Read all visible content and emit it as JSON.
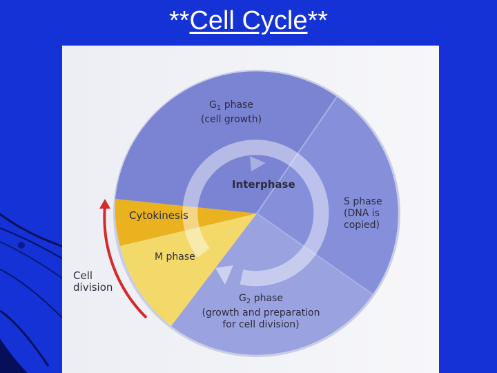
{
  "slide": {
    "title_prefix": "**",
    "title": "Cell Cycle",
    "title_suffix": "**"
  },
  "diagram": {
    "g1": {
      "name_main": "G",
      "name_sub": "1",
      "name_rest": " phase",
      "detail": "(cell growth)"
    },
    "interphase": "Interphase",
    "s_phase": {
      "line1": "S phase",
      "line2": "(DNA is",
      "line3": "copied)"
    },
    "g2": {
      "name_main": "G",
      "name_sub": "2",
      "name_rest": " phase",
      "detail1": "(growth and preparation",
      "detail2": "for cell division)"
    },
    "cytokinesis": "Cytokinesis",
    "m_phase": "M phase",
    "cell_division": {
      "line1": "Cell",
      "line2": "division"
    }
  },
  "colors": {
    "background": "#1432d6",
    "g1_sector": "#7a84d2",
    "s_sector": "#8690da",
    "g2_sector": "#9aa2e0",
    "cytokinesis_sector": "#e9b21e",
    "m_sector": "#f3d96a",
    "arrow": "#d42a2a"
  }
}
